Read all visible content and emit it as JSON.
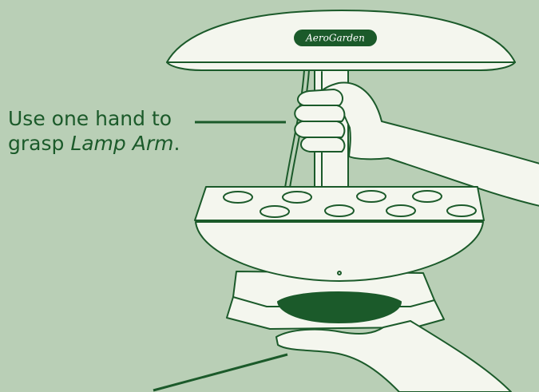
{
  "brand": {
    "logo_text": "AeroGarden"
  },
  "callout": {
    "line1": "Use one hand to",
    "line2_prefix": "grasp ",
    "line2_emphasis": "Lamp Arm",
    "line2_suffix": "."
  },
  "colors": {
    "background": "#b9cfb6",
    "outline": "#1b5a2a",
    "fill": "#f4f6ee",
    "accent": "#1b5a2a"
  },
  "grow_pods": 8
}
